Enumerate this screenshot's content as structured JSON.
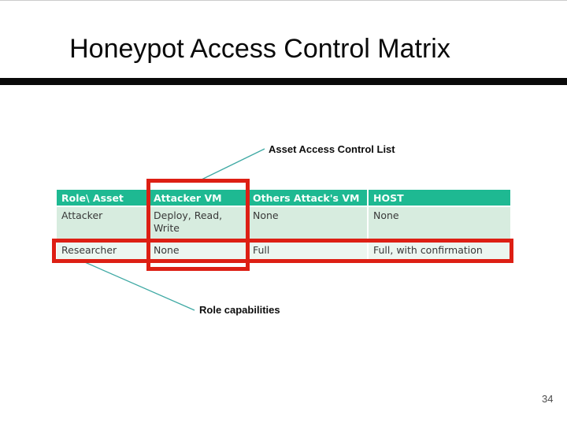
{
  "slide": {
    "title": "Honeypot Access Control Matrix",
    "page_number": "34"
  },
  "callouts": {
    "acl_label": "Asset Access Control List",
    "role_label": "Role capabilities"
  },
  "table": {
    "headers": [
      "Role\\ Asset",
      "Attacker VM",
      "Others Attack's VM",
      "HOST"
    ],
    "rows": [
      [
        "Attacker",
        "Deploy, Read, Write",
        "None",
        "None"
      ],
      [
        "Researcher",
        "None",
        "Full",
        "Full, with confirmation"
      ]
    ]
  },
  "colors": {
    "header_bg": "#1eb992",
    "row1_bg": "#d7ecdf",
    "row2_bg": "#ecf6f0",
    "highlight_red": "#dd1f14",
    "callout_line": "#3fa9a4"
  }
}
